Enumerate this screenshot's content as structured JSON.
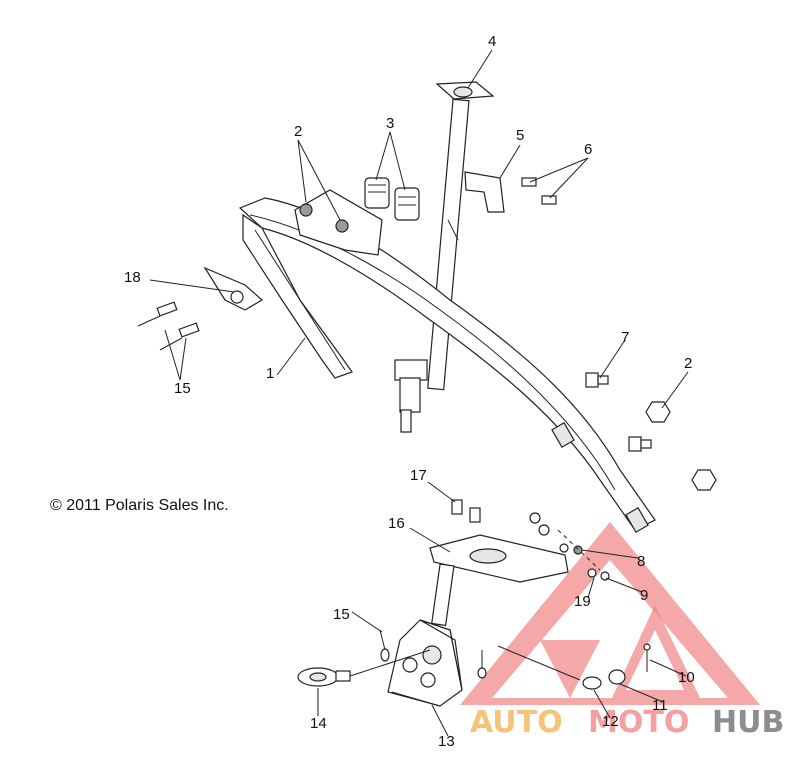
{
  "copyright": "© 2011 Polaris Sales Inc.",
  "callouts": {
    "c1": "1",
    "c2a": "2",
    "c2b": "2",
    "c3": "3",
    "c4": "4",
    "c5": "5",
    "c6": "6",
    "c7": "7",
    "c8": "8",
    "c9": "9",
    "c10": "10",
    "c11": "11",
    "c12": "12",
    "c13": "13",
    "c14": "14",
    "c15a": "15",
    "c15b": "15",
    "c16": "16",
    "c17": "17",
    "c18": "18",
    "c19": "19"
  },
  "watermark": {
    "word1": "AUTO",
    "word2": "MOTO",
    "word3": "HUB",
    "colors": {
      "triangle": "#f08b8b",
      "auto": "#f6c37a",
      "moto": "#f2a0a0",
      "hub": "#8d8d8d"
    }
  }
}
